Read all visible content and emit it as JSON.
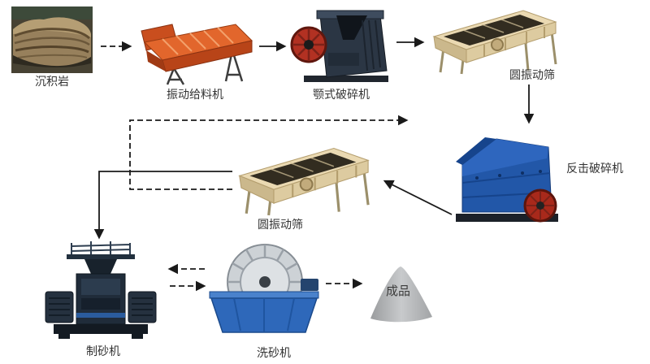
{
  "diagram": {
    "type": "process-flow",
    "description": "sand and stone crushing production line flowchart",
    "nodes": [
      {
        "id": "rock",
        "label": "沉积岩",
        "kind": "photo"
      },
      {
        "id": "feeder",
        "label": "振动给料机",
        "kind": "machine"
      },
      {
        "id": "jaw_crusher",
        "label": "颚式破碎机",
        "kind": "machine"
      },
      {
        "id": "screen_top",
        "label": "圆振动筛",
        "kind": "machine"
      },
      {
        "id": "impact_crusher",
        "label": "反击破碎机",
        "kind": "machine"
      },
      {
        "id": "screen_mid",
        "label": "圆振动筛",
        "kind": "machine"
      },
      {
        "id": "sand_maker",
        "label": "制砂机",
        "kind": "machine"
      },
      {
        "id": "sand_washer",
        "label": "洗砂机",
        "kind": "machine"
      },
      {
        "id": "product",
        "label": "成品",
        "kind": "pile"
      }
    ],
    "edges": [
      {
        "from": "rock",
        "to": "feeder",
        "style": "dashed"
      },
      {
        "from": "feeder",
        "to": "jaw_crusher",
        "style": "solid"
      },
      {
        "from": "jaw_crusher",
        "to": "screen_top",
        "style": "solid"
      },
      {
        "from": "screen_top",
        "to": "impact_crusher",
        "style": "solid"
      },
      {
        "from": "impact_crusher",
        "to": "screen_mid",
        "style": "solid"
      },
      {
        "from": "screen_mid",
        "to": "sand_maker",
        "style": "solid"
      },
      {
        "from": "screen_mid",
        "to": "impact_crusher",
        "style": "dashed",
        "note": "recycle-loop"
      },
      {
        "from": "sand_washer",
        "to": "sand_maker",
        "style": "dashed"
      },
      {
        "from": "sand_maker",
        "to": "sand_washer",
        "style": "dashed"
      },
      {
        "from": "sand_washer",
        "to": "product",
        "style": "dashed"
      }
    ],
    "colors": {
      "background": "#ffffff",
      "arrow": "#1a1a1a",
      "label_text": "#333333",
      "feeder_orange": "#e2662c",
      "jaw_body_dark": "#2b3644",
      "flywheel_red": "#b23122",
      "screen_beige": "#ead9b2",
      "impact_blue": "#2257a8",
      "sand_maker_dark": "#202c3a",
      "washer_blue": "#2e68ba",
      "washer_wheel_gray": "#cdd2d6",
      "product_gray": "#b9bbbd",
      "rock_brown": "#97805c"
    }
  }
}
